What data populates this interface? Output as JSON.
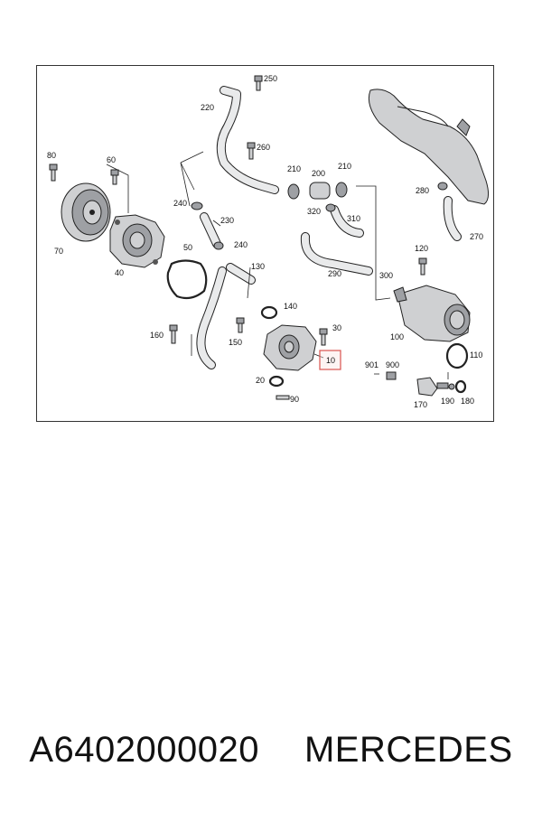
{
  "diagram": {
    "labels": {
      "p250": "250",
      "p220": "220",
      "p260": "260",
      "p80": "80",
      "p60": "60",
      "p210a": "210",
      "p200": "200",
      "p210b": "210",
      "p280": "280",
      "p240a": "240",
      "p230": "230",
      "p320": "320",
      "p310": "310",
      "p70": "70",
      "p50": "50",
      "p240b": "240",
      "p130": "130",
      "p40": "40",
      "p120": "120",
      "p270": "270",
      "p290": "290",
      "p300": "300",
      "p140": "140",
      "p30": "30",
      "p160": "160",
      "p150": "150",
      "p100": "100",
      "p110": "110",
      "p10": "10",
      "p901": "901",
      "p900": "900",
      "p20": "20",
      "p90": "90",
      "p170": "170",
      "p190": "190",
      "p180": "180"
    },
    "highlight_color": "#d9534f"
  },
  "caption": {
    "part_number": "A6402000020",
    "brand": "MERCEDES"
  }
}
